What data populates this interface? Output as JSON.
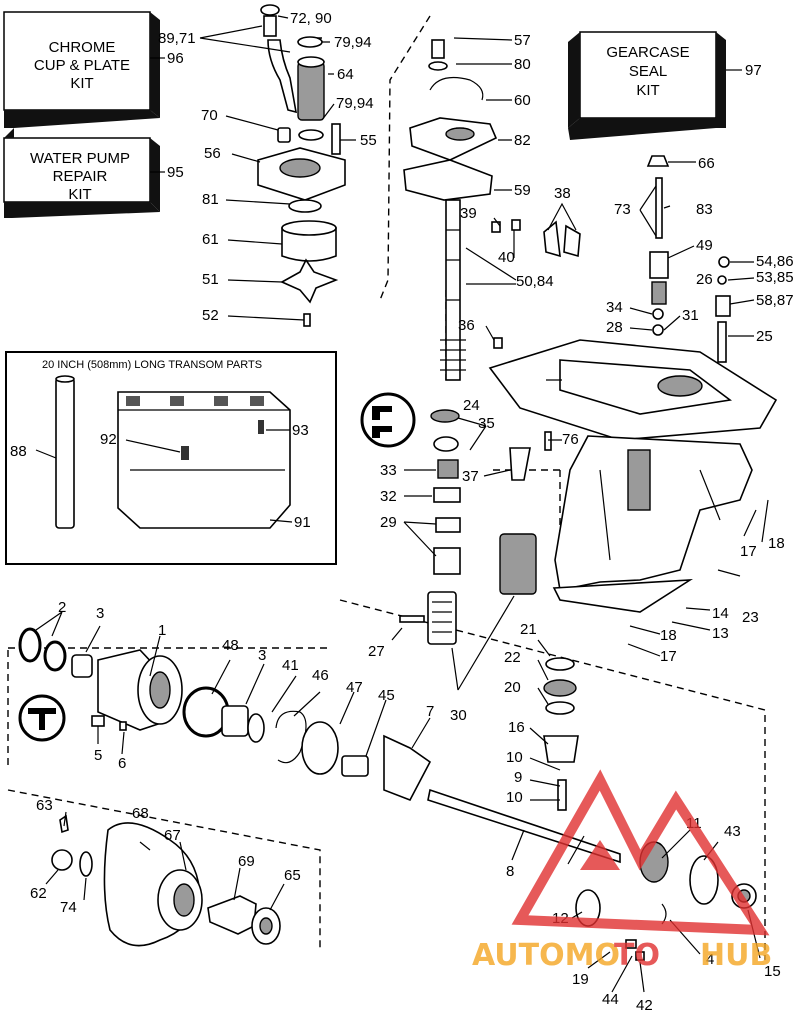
{
  "kits": {
    "chrome": {
      "line1": "CHROME",
      "line2": "CUP & PLATE",
      "line3": "KIT",
      "ref": "96"
    },
    "water_pump": {
      "line1": "WATER PUMP",
      "line2": "REPAIR",
      "line3": "KIT",
      "ref": "95"
    },
    "gearcase": {
      "line1": "GEARCASE",
      "line2": "SEAL",
      "line3": "KIT",
      "ref": "97"
    }
  },
  "transom_box": {
    "title": "20 INCH (508mm) LONG TRANSOM PARTS"
  },
  "labels": {
    "l72_90": "72, 90",
    "l89_71": "89,71",
    "l79_94a": "79,94",
    "l64": "64",
    "l79_94b": "79,94",
    "l70": "70",
    "l55": "55",
    "l56": "56",
    "l81": "81",
    "l61": "61",
    "l51": "51",
    "l52": "52",
    "l57": "57",
    "l80": "80",
    "l60": "60",
    "l82": "82",
    "l59": "59",
    "l38": "38",
    "l39": "39",
    "l40": "40",
    "l50_84": "50,84",
    "l36": "36",
    "l66": "66",
    "l73": "73",
    "l83": "83",
    "l49": "49",
    "l54_86": "54,86",
    "l26": "26",
    "l53_85": "53,85",
    "l58_87": "58,87",
    "l34": "34",
    "l31": "31",
    "l28": "28",
    "l25": "25",
    "l88": "88",
    "l92": "92",
    "l93": "93",
    "l91": "91",
    "l24": "24",
    "l35": "35",
    "l76": "76",
    "l33": "33",
    "l37": "37",
    "l32": "32",
    "l29": "29",
    "l17a": "17",
    "l18a": "18",
    "l23": "23",
    "l14": "14",
    "l13": "13",
    "l18b": "18",
    "l17b": "17",
    "l27": "27",
    "l30": "30",
    "l2": "2",
    "l3a": "3",
    "l1": "1",
    "l48": "48",
    "l3b": "3",
    "l41": "41",
    "l46": "46",
    "l47": "47",
    "l45": "45",
    "l7": "7",
    "l21": "21",
    "l22": "22",
    "l20": "20",
    "l16": "16",
    "l10a": "10",
    "l9": "9",
    "l10b": "10",
    "l5": "5",
    "l6": "6",
    "l63": "63",
    "l68": "68",
    "l67": "67",
    "l69": "69",
    "l65": "65",
    "l62": "62",
    "l74": "74",
    "l8": "8",
    "l11": "11",
    "l43": "43",
    "l12": "12",
    "l4": "4",
    "l15": "15",
    "l19": "19",
    "l44": "44",
    "l42": "42"
  },
  "watermark": {
    "part1": "AUTOMO",
    "part2": "TO",
    "part3": "HUB",
    "color_orange": "#f5a623",
    "color_red": "#e03030"
  }
}
